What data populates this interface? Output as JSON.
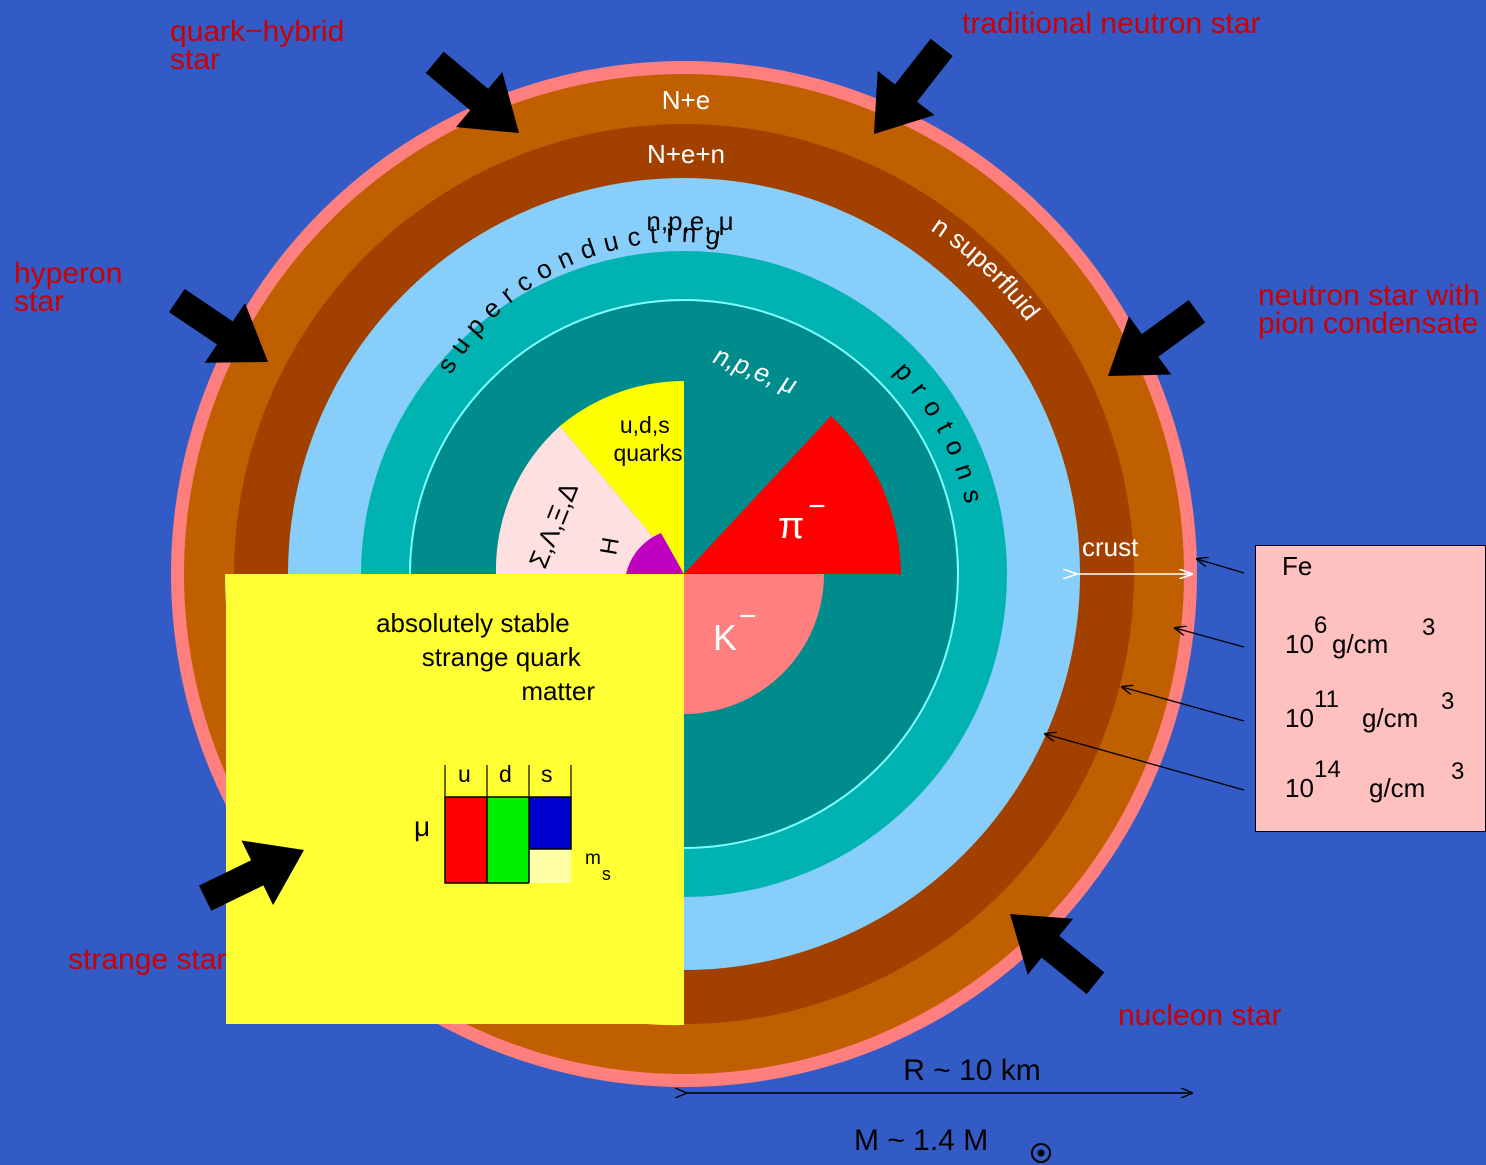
{
  "star_types": {
    "quark_hybrid": [
      "quark−hybrid",
      "star"
    ],
    "traditional_neutron": "traditional neutron star",
    "hyperon": [
      "hyperon",
      "star"
    ],
    "pion_condensate": [
      "neutron star with",
      "pion condensate"
    ],
    "strange": "strange star",
    "nucleon": "nucleon star"
  },
  "layers": {
    "outer_crust": "N+e",
    "inner_crust": "N+e+n",
    "outer_core": "n,p,e, μ",
    "n_superfluid": "n superfluid",
    "superconducting": "superconducting",
    "protons": "protons",
    "inner_core": "n,p,e, μ",
    "crust": "crust"
  },
  "core": {
    "quarks": [
      "u,d,s",
      "quarks"
    ],
    "hyperons": "Σ,Λ,Ξ,Δ",
    "h_dibaryon": "H",
    "pion": "π",
    "pion_sign": "−",
    "kaon": "K",
    "kaon_sign": "−"
  },
  "strange_matter": {
    "text": [
      "absolutely stable",
      "strange quark",
      "matter"
    ],
    "mu": "μ",
    "flavors": [
      "u",
      "d",
      "s"
    ],
    "ms": "m",
    "ms_sub": "s"
  },
  "densities": {
    "surface": "Fe",
    "rows": [
      {
        "base": "10",
        "exp": "6",
        "unit": "g/cm",
        "unit_exp": "3"
      },
      {
        "base": "10",
        "exp": "11",
        "unit": "g/cm",
        "unit_exp": "3"
      },
      {
        "base": "10",
        "exp": "14",
        "unit": "g/cm",
        "unit_exp": "3"
      }
    ]
  },
  "radius": "R ~ 10 km",
  "mass": "M ~ 1.4 M",
  "colors": {
    "background": "#335bc6",
    "surface": "#ff7f7f",
    "outer_crust": "#bf5f00",
    "inner_crust": "#a24000",
    "outer_core": "#87cefa",
    "superconducting": "#00b2b2",
    "inner_core": "#008c8c",
    "strange_matter": "#ffff33",
    "pion": "#ff0000",
    "kaon": "#ff7f7f",
    "hyperons": "#ffe0e0",
    "h_dibaryon": "#c000c0",
    "label": "#cc0000"
  }
}
